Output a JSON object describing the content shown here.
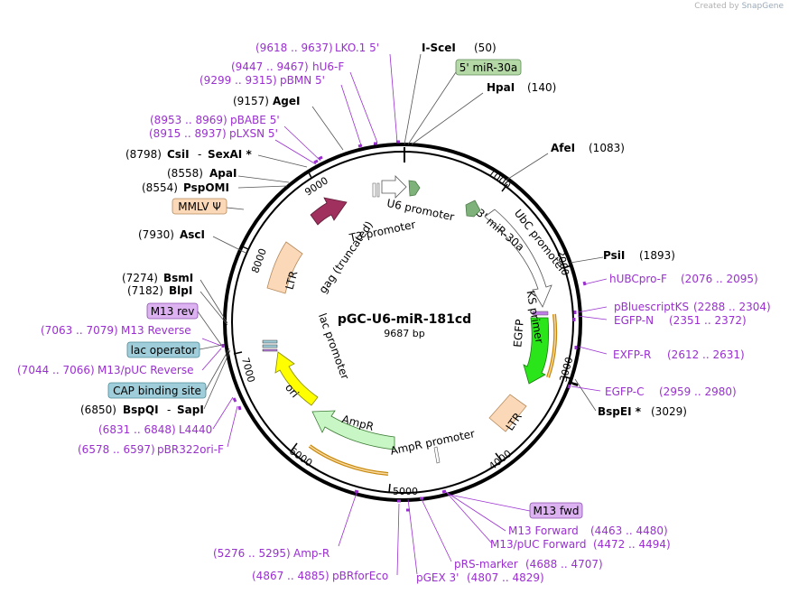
{
  "credit": {
    "prefix": "Created by",
    "brand": "SnapGene"
  },
  "plasmid": {
    "name": "pGC-U6-miR-181cd",
    "size": "9687 bp"
  },
  "ticks": [
    "1000",
    "2000",
    "3000",
    "4000",
    "5000",
    "6000",
    "7000",
    "8000",
    "9000"
  ],
  "enzymes": [
    {
      "name": "I-SceI",
      "pos": "(50)"
    },
    {
      "name": "HpaI",
      "pos": "(140)"
    },
    {
      "name": "AfeI",
      "pos": "(1083)"
    },
    {
      "name": "PsiI",
      "pos": "(1893)"
    },
    {
      "name": "BspEI *",
      "pos": "(3029)"
    },
    {
      "name": "AgeI",
      "pos": "(9157)"
    },
    {
      "name": "CsiI",
      "pos": "(8798)",
      "extra": "SexAI *"
    },
    {
      "name": "ApaI",
      "pos": "(8558)"
    },
    {
      "name": "PspOMI",
      "pos": "(8554)"
    },
    {
      "name": "AscI",
      "pos": "(7930)"
    },
    {
      "name": "BsmI",
      "pos": "(7274)"
    },
    {
      "name": "BlpI",
      "pos": "(7182)"
    },
    {
      "name": "BspQI",
      "pos": "(6850)",
      "extra": "SapI"
    }
  ],
  "primers": [
    {
      "name": "LKO.1 5'",
      "pos": "(9618 .. 9637)"
    },
    {
      "name": "hU6-F",
      "pos": "(9447 .. 9467)"
    },
    {
      "name": "pBMN 5'",
      "pos": "(9299 .. 9315)"
    },
    {
      "name": "pBABE 5'",
      "pos": "(8953 .. 8969)"
    },
    {
      "name": "pLXSN 5'",
      "pos": "(8915 .. 8937)"
    },
    {
      "name": "M13 Reverse",
      "pos": "(7063 .. 7079)"
    },
    {
      "name": "M13/pUC Reverse",
      "pos": "(7044 .. 7066)"
    },
    {
      "name": "L4440",
      "pos": "(6831 .. 6848)"
    },
    {
      "name": "pBR322ori-F",
      "pos": "(6578 .. 6597)"
    },
    {
      "name": "hUBCpro-F",
      "pos": "(2076 .. 2095)"
    },
    {
      "name": "pBluescriptKS",
      "pos": "(2288 .. 2304)"
    },
    {
      "name": "EGFP-N",
      "pos": "(2351 .. 2372)"
    },
    {
      "name": "EXFP-R",
      "pos": "(2612 .. 2631)"
    },
    {
      "name": "EGFP-C",
      "pos": "(2959 .. 2980)"
    },
    {
      "name": "M13 Forward",
      "pos": "(4463 .. 4480)"
    },
    {
      "name": "M13/pUC Forward",
      "pos": "(4472 .. 4494)"
    },
    {
      "name": "pRS-marker",
      "pos": "(4688 .. 4707)"
    },
    {
      "name": "pGEX 3'",
      "pos": "(4807 .. 4829)"
    },
    {
      "name": "Amp-R",
      "pos": "(5276 .. 5295)"
    },
    {
      "name": "pBRforEco",
      "pos": "(4867 .. 4885)"
    }
  ],
  "boxes": [
    {
      "name": "5' miR-30a",
      "color": "#b5d9a6"
    },
    {
      "name": "MMLV Ψ",
      "color": "#fbd9b8"
    },
    {
      "name": "M13 rev",
      "color": "#dcb3f0"
    },
    {
      "name": "lac operator",
      "color": "#9fcdd9"
    },
    {
      "name": "CAP binding site",
      "color": "#9fcdd9"
    },
    {
      "name": "M13 fwd",
      "color": "#dcb3f0"
    }
  ],
  "features": [
    {
      "name": "U6 promoter"
    },
    {
      "name": "T3 promoter"
    },
    {
      "name": "3' miR-30a"
    },
    {
      "name": "UbC promoter"
    },
    {
      "name": "KS primer"
    },
    {
      "name": "EGFP"
    },
    {
      "name": "LTR"
    },
    {
      "name": "AmpR promoter"
    },
    {
      "name": "AmpR"
    },
    {
      "name": "ori"
    },
    {
      "name": "lac promoter"
    },
    {
      "name": "LTR"
    },
    {
      "name": "gag (truncated)"
    }
  ],
  "colors": {
    "enzyme": "#000000",
    "primer": "#9a2fd0",
    "egfp": "#2ae51a",
    "ori": "#ffff00",
    "ampr": "#c8f7c5",
    "ltr": "#fbd9b8",
    "gag": "#a0305e",
    "promoter": "#ffffff"
  }
}
